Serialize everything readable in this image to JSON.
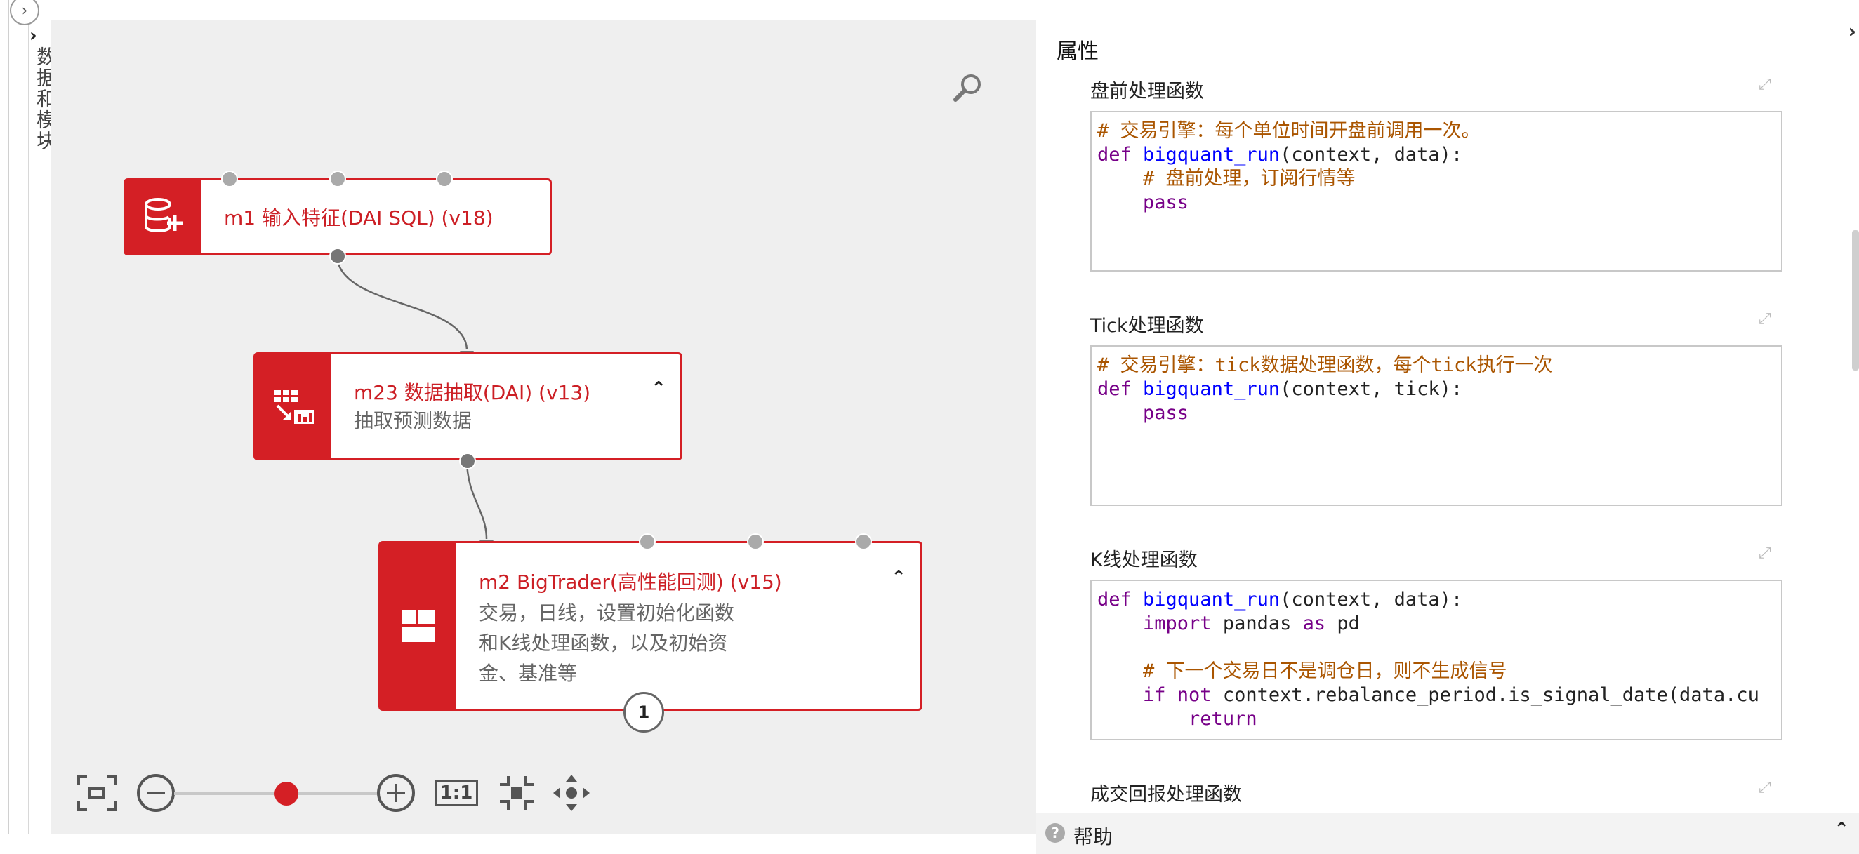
{
  "drawer": {
    "toggle_glyph": "›",
    "chevron_glyph": "›",
    "label": "数据和模块"
  },
  "canvas": {
    "background": "#efefef",
    "accent": "#d41f25",
    "search_icon": "magnifier-icon",
    "nodes": [
      {
        "id": "m1",
        "title": "m1 输入特征(DAI SQL) (v18)",
        "desc_lines": [],
        "icon": "database-add-icon"
      },
      {
        "id": "m23",
        "title": "m23 数据抽取(DAI) (v13)",
        "desc_lines": [
          "抽取预测数据"
        ],
        "icon": "data-extract-icon",
        "collapse_glyph": "⌃"
      },
      {
        "id": "m2",
        "title": "m2 BigTrader(高性能回测) (v15)",
        "desc_lines": [
          "交易，日线，设置初始化函数",
          "和K线处理函数，以及初始资",
          "金、基准等"
        ],
        "icon": "grid-window-icon",
        "collapse_glyph": "⌃",
        "badge": "1"
      }
    ]
  },
  "toolbar": {
    "fit_icon": "fit-screen-icon",
    "zoom_out_icon": "zoom-out-icon",
    "zoom_in_icon": "zoom-in-icon",
    "zoom_level_fraction": 0.55,
    "actual_size_label": "1:1",
    "center_icon": "center-focus-icon",
    "pan_icon": "move-arrows-icon"
  },
  "panel": {
    "title": "属性",
    "close_glyph": "›",
    "properties": [
      {
        "label": "盘前处理函数",
        "code": [
          [
            [
              "c-comment",
              "# 交易引擎：每个单位时间开盘前调用一次。"
            ]
          ],
          [
            [
              "c-kw",
              "def "
            ],
            [
              "c-def",
              "bigquant_run"
            ],
            [
              "c-plain",
              "(context, data):"
            ]
          ],
          [
            [
              "c-plain",
              "    "
            ],
            [
              "c-comment",
              "# 盘前处理，订阅行情等"
            ]
          ],
          [
            [
              "c-plain",
              "    "
            ],
            [
              "c-kw",
              "pass"
            ]
          ]
        ]
      },
      {
        "label": "Tick处理函数",
        "code": [
          [
            [
              "c-comment",
              "# 交易引擎：tick数据处理函数，每个tick执行一次"
            ]
          ],
          [
            [
              "c-kw",
              "def "
            ],
            [
              "c-def",
              "bigquant_run"
            ],
            [
              "c-plain",
              "(context, tick):"
            ]
          ],
          [
            [
              "c-plain",
              "    "
            ],
            [
              "c-kw",
              "pass"
            ]
          ]
        ]
      },
      {
        "label": "K线处理函数",
        "code": [
          [
            [
              "c-kw",
              "def "
            ],
            [
              "c-def",
              "bigquant_run"
            ],
            [
              "c-plain",
              "(context, data):"
            ]
          ],
          [
            [
              "c-plain",
              "    "
            ],
            [
              "c-kw",
              "import"
            ],
            [
              "c-plain",
              " pandas "
            ],
            [
              "c-kw",
              "as"
            ],
            [
              "c-plain",
              " pd"
            ]
          ],
          [
            [
              "c-plain",
              " "
            ]
          ],
          [
            [
              "c-plain",
              "    "
            ],
            [
              "c-comment",
              "# 下一个交易日不是调仓日，则不生成信号"
            ]
          ],
          [
            [
              "c-plain",
              "    "
            ],
            [
              "c-kw",
              "if not"
            ],
            [
              "c-plain",
              " context.rebalance_period.is_signal_date(data.cu"
            ]
          ],
          [
            [
              "c-plain",
              "        "
            ],
            [
              "c-kw",
              "return"
            ]
          ]
        ]
      },
      {
        "label": "成交回报处理函数",
        "code": []
      }
    ],
    "help": {
      "icon_glyph": "?",
      "label": "帮助",
      "chevron_glyph": "⌃"
    }
  }
}
